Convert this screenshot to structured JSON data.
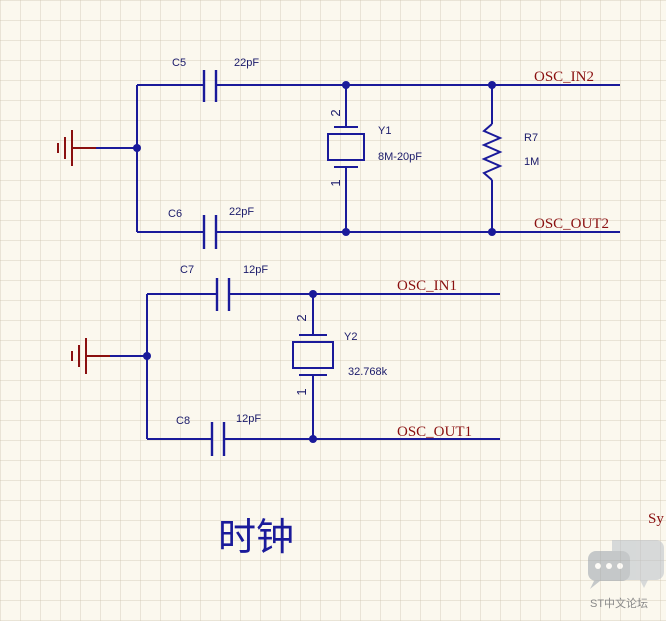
{
  "components": {
    "C5": {
      "ref": "C5",
      "value": "22pF"
    },
    "C6": {
      "ref": "C6",
      "value": "22pF"
    },
    "C7": {
      "ref": "C7",
      "value": "12pF"
    },
    "C8": {
      "ref": "C8",
      "value": "12pF"
    },
    "Y1": {
      "ref": "Y1",
      "value": "8M-20pF",
      "pin_top": "2",
      "pin_bottom": "1"
    },
    "Y2": {
      "ref": "Y2",
      "value": "32.768k",
      "pin_top": "2",
      "pin_bottom": "1"
    },
    "R7": {
      "ref": "R7",
      "value": "1M"
    }
  },
  "nets": {
    "osc_in2": "OSC_IN2",
    "osc_out2": "OSC_OUT2",
    "osc_in1": "OSC_IN1",
    "osc_out1": "OSC_OUT1"
  },
  "title": "时钟",
  "edge_text": "Sy",
  "watermark": "ST中文论坛",
  "colors": {
    "wire": "#1a1a9a",
    "ground": "#8a1010",
    "net_label": "#8a1010",
    "background": "#fbf8ee"
  }
}
